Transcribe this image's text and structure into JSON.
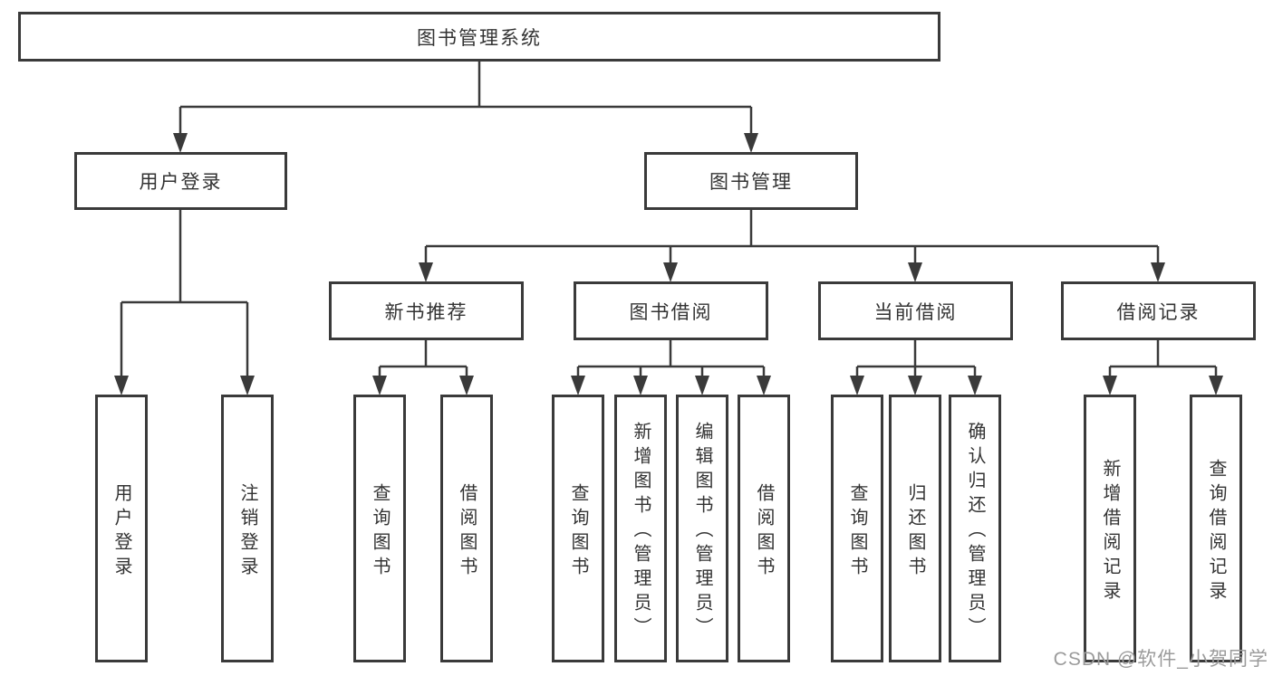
{
  "tree": {
    "root": {
      "label": "图书管理系统",
      "children": [
        {
          "label": "用户登录",
          "children": [
            {
              "label": "用户登录"
            },
            {
              "label": "注销登录"
            }
          ]
        },
        {
          "label": "图书管理",
          "children": [
            {
              "label": "新书推荐",
              "children": [
                {
                  "label": "查询图书"
                },
                {
                  "label": "借阅图书"
                }
              ]
            },
            {
              "label": "图书借阅",
              "children": [
                {
                  "label": "查询图书"
                },
                {
                  "label": "新增图书（管理员）"
                },
                {
                  "label": "编辑图书（管理员）"
                },
                {
                  "label": "借阅图书"
                }
              ]
            },
            {
              "label": "当前借阅",
              "children": [
                {
                  "label": "查询图书"
                },
                {
                  "label": "归还图书"
                },
                {
                  "label": "确认归还（管理员）"
                }
              ]
            },
            {
              "label": "借阅记录",
              "children": [
                {
                  "label": "新增借阅记录"
                },
                {
                  "label": "查询借阅记录"
                }
              ]
            }
          ]
        }
      ]
    }
  },
  "watermark": {
    "text": "CSDN @软件_小贺同学"
  },
  "colors": {
    "line": "#3a3a3a",
    "box_border": "#3a3a3a",
    "text": "#333333",
    "background": "#ffffff",
    "watermark": "#9b9b9b"
  }
}
